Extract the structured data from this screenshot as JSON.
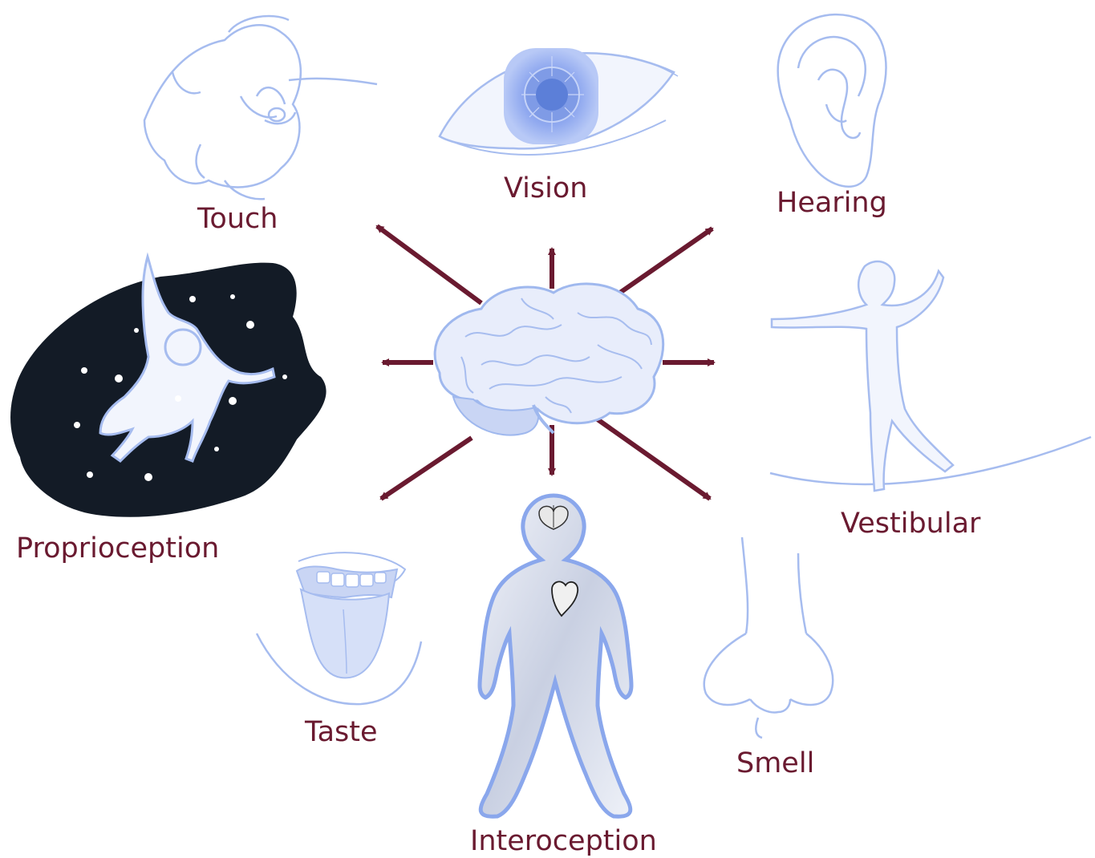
{
  "diagram": {
    "center": "brain-icon",
    "senses": [
      {
        "key": "touch",
        "label": "Touch",
        "icon": "hand-icon"
      },
      {
        "key": "vision",
        "label": "Vision",
        "icon": "eye-icon"
      },
      {
        "key": "hearing",
        "label": "Hearing",
        "icon": "ear-icon"
      },
      {
        "key": "vestibular",
        "label": "Vestibular",
        "icon": "balancing-figure-icon"
      },
      {
        "key": "proprioception",
        "label": "Proprioception",
        "icon": "floating-figure-icon"
      },
      {
        "key": "taste",
        "label": "Taste",
        "icon": "tongue-icon"
      },
      {
        "key": "interoception",
        "label": "Interoception",
        "icon": "body-heart-icon"
      },
      {
        "key": "smell",
        "label": "Smell",
        "icon": "nose-icon"
      }
    ],
    "colors": {
      "label": "#6a1a30",
      "arrow": "#6a1a30",
      "line_art": "#9fb8ee",
      "fill_light": "#dfe7fb",
      "dark_panel": "#131b26"
    }
  }
}
